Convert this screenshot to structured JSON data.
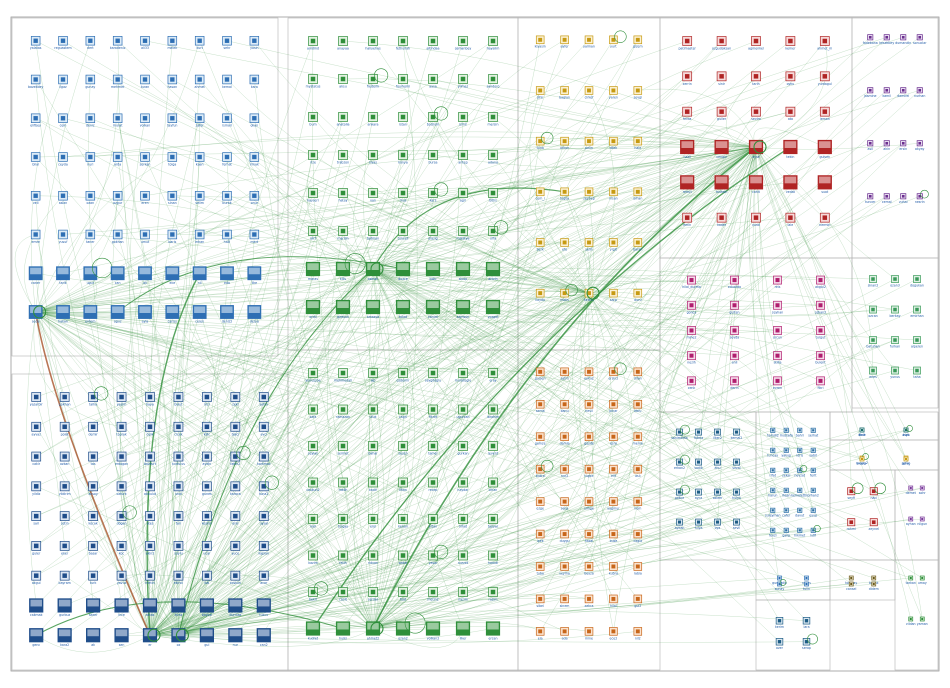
{
  "groups": [
    {
      "id": "G1",
      "color": "#2e6fb4",
      "tone": "#dcebf7",
      "cols": 9,
      "rows": 8,
      "labels": [
        "yalatas",
        "reguastem",
        "dert",
        "karadeniz",
        "ali33",
        "melek",
        "kurt",
        "sehr",
        "yasin",
        "bazekbey",
        "ilgaz",
        "gunay",
        "mehmet",
        "turan",
        "hasan",
        "ahmet",
        "kemal",
        "kara",
        "elifbey",
        "cem",
        "deniz",
        "murat",
        "volkan",
        "tayfun",
        "zafer",
        "ismail",
        "okan",
        "bilal",
        "ceyda",
        "nuri",
        "arda",
        "serkan",
        "tolga",
        "kaan",
        "ferhat",
        "irmak",
        "veli",
        "aslan",
        "ozan",
        "ozgur",
        "eren",
        "sinan",
        "selim",
        "burak",
        "onur",
        "emre",
        "yusuf",
        "taner",
        "gokhan",
        "umut",
        "baris",
        "erkan",
        "halil",
        "mert",
        "caner",
        "tarik",
        "ugur",
        "can",
        "ali",
        "ece",
        "nil",
        "eda",
        "ilke",
        "seda",
        "hakan",
        "erdem",
        "oguz",
        "ayla",
        "cansu",
        "ceren",
        "deniz2",
        "derya"
      ]
    },
    {
      "id": "G2",
      "color": "#2f8f3a",
      "tone": "#e3f2e2",
      "cols": 7,
      "rows": 8,
      "labels": [
        "anidmd",
        "anayaa",
        "haliyehas",
        "fethullah",
        "altindaa",
        "osmanbey",
        "hayalim",
        "mystatus",
        "aksu",
        "frederik",
        "fourkomi",
        "aysa",
        "yilmaz",
        "sandoro",
        "bum",
        "anatolia",
        "ankara",
        "istan",
        "bodrum",
        "izmir",
        "mersin",
        "rize",
        "trabzon",
        "sivas",
        "konya",
        "bursa",
        "antep",
        "adana",
        "kayseri",
        "hatay",
        "van",
        "mus",
        "kars",
        "agri",
        "bitlis",
        "siirt",
        "mardin",
        "batman",
        "tunceli",
        "elazig",
        "malatya",
        "urfa",
        "maras",
        "kilis",
        "osman",
        "duzce",
        "bolu",
        "sinop",
        "artvin",
        "ordu",
        "giresun",
        "amasya",
        "tokat",
        "corum",
        "samsun",
        "yozgat"
      ]
    },
    {
      "id": "G3",
      "color": "#c79a12",
      "tone": "#fbf1d4",
      "cols": 5,
      "rows": 6,
      "labels": [
        "kiyasin",
        "ayfer",
        "yalman",
        "yurt",
        "gizem",
        "sihir",
        "baglan",
        "cirkef",
        "yaren",
        "sevgi",
        "tuna",
        "orkun",
        "pelin",
        "dilek",
        "hale",
        "cem_i",
        "tugba",
        "zeynep",
        "nisan",
        "orhan",
        "berk",
        "efe",
        "selin",
        "yigit",
        "baran",
        "ilayda",
        "melis",
        "kerem",
        "sarp",
        "duru"
      ]
    },
    {
      "id": "G4",
      "color": "#b02424",
      "tone": "#f6dada",
      "cols": 5,
      "rows": 6,
      "labels": [
        "patimaster",
        "ozgudoksan",
        "agmenkel",
        "kemer",
        "ahmet_m",
        "zerrin",
        "sinir",
        "tarih",
        "oyku",
        "yurdagul",
        "ferda",
        "guller",
        "sevim",
        "ata",
        "leman",
        "nazli",
        "cengiz",
        "ayse",
        "tekin",
        "gulsen",
        "remzi",
        "muhsin",
        "cahit",
        "vedat",
        "suat",
        "emin",
        "kader",
        "vural",
        "lale",
        "nermin"
      ]
    },
    {
      "id": "G5",
      "color": "#6b2f8f",
      "tone": "#eadff2",
      "cols": 4,
      "rows": 4,
      "labels": [
        "fadebana",
        "kesekbey",
        "dumandin",
        "sonuclar",
        "jasmine",
        "kamil",
        "demirel",
        "nurhan",
        "asil",
        "akin",
        "ersin",
        "okyay",
        "tuncer",
        "cemal",
        "zuhal",
        "nesrin"
      ]
    },
    {
      "id": "G6",
      "color": "#1f4d8a",
      "tone": "#dce6f3",
      "cols": 9,
      "rows": 9,
      "labels": [
        "yazarbir",
        "gokhan",
        "talha",
        "yesim",
        "kaya",
        "bulut",
        "inci",
        "zeki",
        "sahin",
        "ayvaz",
        "polat",
        "demir",
        "toprak",
        "celik",
        "cicek",
        "kilic",
        "balci",
        "avci",
        "cakir",
        "ozkan",
        "tas",
        "erdogan",
        "bozkurt",
        "kurtulus",
        "aydin",
        "tekin2",
        "korkmaz",
        "yildiz",
        "yildirim",
        "aksoy",
        "ozturk",
        "akbulut",
        "unal",
        "gunes",
        "karaca",
        "tuna2",
        "sari",
        "cetin",
        "kocak",
        "dogan",
        "ates",
        "tan",
        "keskin",
        "oral",
        "uysal",
        "guler",
        "eker",
        "basar",
        "koc",
        "akin2",
        "soylu",
        "ucar",
        "yuce",
        "kaplan",
        "akgul",
        "bayram",
        "turk",
        "yavuz",
        "metin",
        "ekinci",
        "bal",
        "coskun",
        "acar",
        "cakmak",
        "gurbuz",
        "sezer",
        "ince",
        "aktas",
        "kiraz",
        "baysal",
        "durmaz",
        "tuzcu",
        "genc",
        "kara2",
        "ak",
        "sen",
        "er",
        "oz",
        "gul",
        "nur",
        "can2"
      ]
    },
    {
      "id": "G7",
      "color": "#2f8f3a",
      "tone": "#e3f2e2",
      "cols": 7,
      "rows": 8,
      "labels": [
        "yunuszoe",
        "mehmedali",
        "alp",
        "ozdemir",
        "sevgiloglu",
        "muratoglu",
        "eray",
        "safa",
        "ramazan",
        "ufuk",
        "cagri",
        "fikret",
        "ugurcan",
        "ibrahim",
        "ceylan",
        "sermet",
        "bahar",
        "sezen",
        "tamer",
        "gurkan",
        "levent",
        "coskun2",
        "melih",
        "kadir",
        "ilhan",
        "recep",
        "haydar",
        "cihan",
        "nail",
        "turgay",
        "erol",
        "kenan",
        "ertan",
        "nihat",
        "tayyar",
        "kazim",
        "fatih",
        "ridvan",
        "sedat",
        "yasar",
        "nusret",
        "hamdi",
        "bekir",
        "cavit",
        "serdar",
        "fuat",
        "metin2",
        "nazim",
        "rasim",
        "kudret",
        "hulki",
        "ahmet2",
        "ozan2",
        "volkan2",
        "ilker",
        "ercan"
      ]
    },
    {
      "id": "G8",
      "color": "#c8661a",
      "tone": "#fbe3cf",
      "cols": 5,
      "rows": 9,
      "labels": [
        "gulsen",
        "satm",
        "oyku2",
        "ersin2",
        "dilan",
        "sema",
        "banu",
        "nesil",
        "pinar",
        "ebru",
        "gamze",
        "damla",
        "gozde",
        "esra",
        "merve",
        "busra",
        "nur2",
        "tugce",
        "elif",
        "aslı",
        "ozge",
        "sena",
        "simge",
        "yagmur",
        "irem",
        "ipek",
        "duygu",
        "hazal",
        "buse",
        "cagla",
        "tuba",
        "seyma",
        "beyza",
        "kubra",
        "rabia",
        "sibel",
        "sinem",
        "zehra",
        "hilal",
        "gul2",
        "ela",
        "ada",
        "mine",
        "ece2",
        "nil2"
      ]
    },
    {
      "id": "G9",
      "color": "#b01e6e",
      "tone": "#f5dceb",
      "cols": 4,
      "rows": 5,
      "labels": [
        "hilal_durma",
        "eduardo",
        "reis",
        "akgul2",
        "gonca",
        "gulten",
        "ceyhan",
        "ozkan2",
        "mine2",
        "sevda",
        "orcun",
        "turgut",
        "nezih",
        "anil",
        "atilla",
        "bulent",
        "cenk",
        "derin",
        "evren",
        "fikri"
      ]
    },
    {
      "id": "G10",
      "color": "#1e5d86",
      "tone": "#dbe8f1",
      "cols": 4,
      "rows": 4,
      "labels": [
        "sanimedia",
        "fatma",
        "ilker2",
        "kemal2",
        "erkan2",
        "sadik",
        "ahu",
        "sezai",
        "gokce",
        "ayca",
        "ozlem",
        "hulya",
        "aydan",
        "fulya",
        "oya",
        "sevil"
      ]
    },
    {
      "id": "G11",
      "color": "#3a9a5a",
      "tone": "#dff0e4",
      "cols": 3,
      "rows": 4,
      "labels": [
        "sinan2",
        "ozan3",
        "dogukan",
        "ozcan",
        "berkay",
        "emirhan",
        "batuhan",
        "furkan",
        "alperen",
        "enes",
        "yunus",
        "taha"
      ]
    },
    {
      "id": "G12",
      "color": "#2a6fa6",
      "tone": "#dbe9f4",
      "cols": 4,
      "rows": 6,
      "labels": [
        "hamdi2",
        "mustafa",
        "bahri",
        "serhat",
        "tuncay",
        "yakup",
        "idris",
        "sabri",
        "rifat",
        "zekai",
        "nevzat",
        "ferit",
        "harun",
        "ihsan",
        "kemalettin",
        "orhan2",
        "suleyman",
        "cafer",
        "davut",
        "eyup",
        "fevzi",
        "galip",
        "hikmet",
        "lutfi"
      ]
    },
    {
      "id": "G13",
      "color": "#1e6e6e",
      "tone": "#d9eded",
      "cols": 2,
      "rows": 2,
      "labels": [
        "firat",
        "asya",
        "dicle",
        "kizil"
      ]
    },
    {
      "id": "G14",
      "color": "#c79a12",
      "tone": "#fbf1d4",
      "cols": 2,
      "rows": 2,
      "labels": [
        "gunay2",
        "yeliz",
        "mahir",
        "koray"
      ]
    },
    {
      "id": "G15",
      "color": "#b02424",
      "tone": "#f6dada",
      "cols": 2,
      "rows": 2,
      "labels": [
        "seyfi",
        "naci",
        "rahmi",
        "zeynel"
      ]
    },
    {
      "id": "G16",
      "color": "#7a3a9a",
      "tone": "#ece0f3",
      "cols": 2,
      "rows": 2,
      "labels": [
        "demet",
        "sohr",
        "ayhan",
        "nilgun"
      ]
    },
    {
      "id": "G17",
      "color": "#2e6fb4",
      "tone": "#dcebf7",
      "cols": 2,
      "rows": 2,
      "labels": [
        "gunaydin",
        "nefes",
        "sunay",
        "tulin"
      ]
    },
    {
      "id": "G18",
      "color": "#6b5a1a",
      "tone": "#f1ecd8",
      "cols": 2,
      "rows": 2,
      "labels": [
        "tolunay",
        "basak",
        "cansel",
        "didem"
      ]
    },
    {
      "id": "G19",
      "color": "#1e5d86",
      "tone": "#dbe8f1",
      "cols": 2,
      "rows": 2,
      "labels": [
        "kerim",
        "lara",
        "ozer",
        "serap"
      ]
    },
    {
      "id": "G20",
      "color": "#2f8f3a",
      "tone": "#e3f2e2",
      "cols": 2,
      "rows": 2,
      "labels": [
        "tarkan",
        "umay",
        "vildan",
        "yaman"
      ]
    }
  ],
  "edge_color": "#2f8f3a",
  "edge_highlight_color": "#a8542a"
}
